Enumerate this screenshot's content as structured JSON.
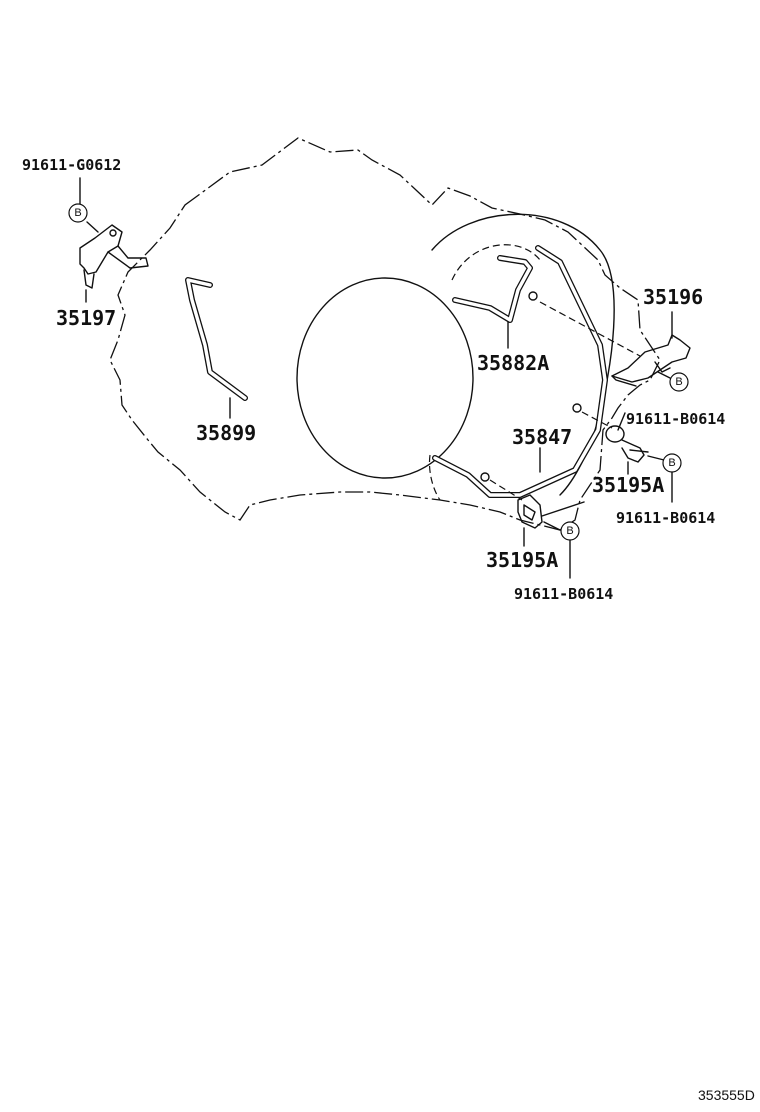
{
  "diagram": {
    "parts": {
      "p91611_g0612": "91611-G0612",
      "p35197": "35197",
      "p35899": "35899",
      "p35882a": "35882A",
      "p35196": "35196",
      "p91611_b0614_a": "91611-B0614",
      "p35847": "35847",
      "p35195a_a": "35195A",
      "p91611_b0614_b": "91611-B0614",
      "p35195a_b": "35195A",
      "p91611_b0614_c": "91611-B0614"
    },
    "callout_letter": "B",
    "reference": "353555D"
  }
}
